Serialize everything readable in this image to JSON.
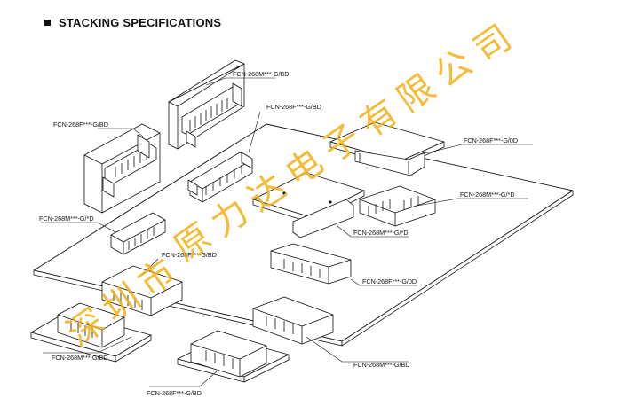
{
  "heading": "STACKING SPECIFICATIONS",
  "labels": [
    "FCN-268M***-G/BD",
    "FCN-268F***-G/BD",
    "FCN-268F***-G/BD",
    "FCN-268F***-G/0D",
    "FCN-268M***-G/*D",
    "FCN-268M***-G/*D",
    "FCN-268M***-G/*D",
    "FCN-268F***-G/BD",
    "FCN-268F***-G/0D",
    "FCN-268M***-G/BD",
    "FCN-268M***-G/BD",
    "FCN-268F***-G/BD"
  ],
  "watermark": [
    "深",
    "圳",
    "市",
    "原",
    "力",
    "达",
    "电",
    "子",
    "有",
    "限",
    "公",
    "司"
  ],
  "colors": {
    "ink": "#111111",
    "watermark": "#f2b21a",
    "board": "#ffffff"
  }
}
